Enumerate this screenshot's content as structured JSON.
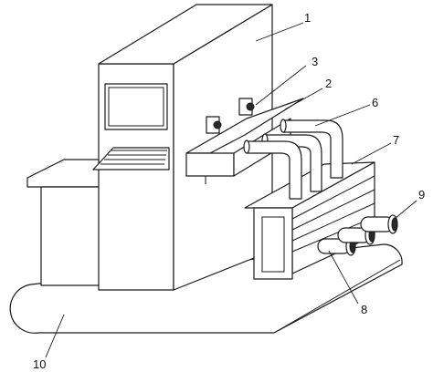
{
  "callouts": {
    "c1": "1",
    "c2": "2",
    "c3": "3",
    "c6": "6",
    "c7": "7",
    "c8": "8",
    "c9": "9",
    "c10": "10"
  }
}
